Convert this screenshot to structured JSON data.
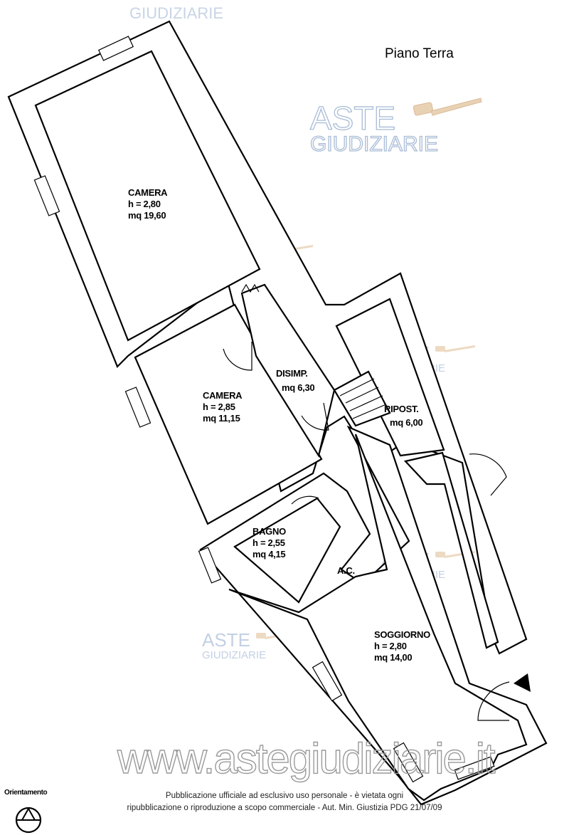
{
  "header": {
    "floor_title": "Piano Terra"
  },
  "watermark": {
    "brand_line1": "ASTE",
    "brand_line2": "GIUDIZIARIE",
    "url": "www.astegiudiziarie.it"
  },
  "rooms": [
    {
      "id": "camera1",
      "name": "CAMERA",
      "height": "h = 2,80",
      "area": "mq 19,60"
    },
    {
      "id": "camera2",
      "name": "CAMERA",
      "height": "h = 2,85",
      "area": "mq 11,15"
    },
    {
      "id": "disimp",
      "name": "DISIMP.",
      "area": "mq 6,30"
    },
    {
      "id": "ripost",
      "name": "RIPOST.",
      "area": "mq 6,00"
    },
    {
      "id": "bagno",
      "name": "BAGNO",
      "height": "h = 2,55",
      "area": "mq 4,15"
    },
    {
      "id": "soggiorno",
      "name": "SOGGIORNO",
      "height": "h = 2,80",
      "area": "mq 14,00"
    }
  ],
  "labels": {
    "ac": "A.C."
  },
  "footer": {
    "line1": "Pubblicazione ufficiale ad esclusivo uso personale - è vietata ogni",
    "line2": "ripubblicazione o riproduzione a scopo commerciale - Aut. Min. Giustizia PDG 21/07/09"
  },
  "orientation": {
    "label": "Orientamento"
  }
}
